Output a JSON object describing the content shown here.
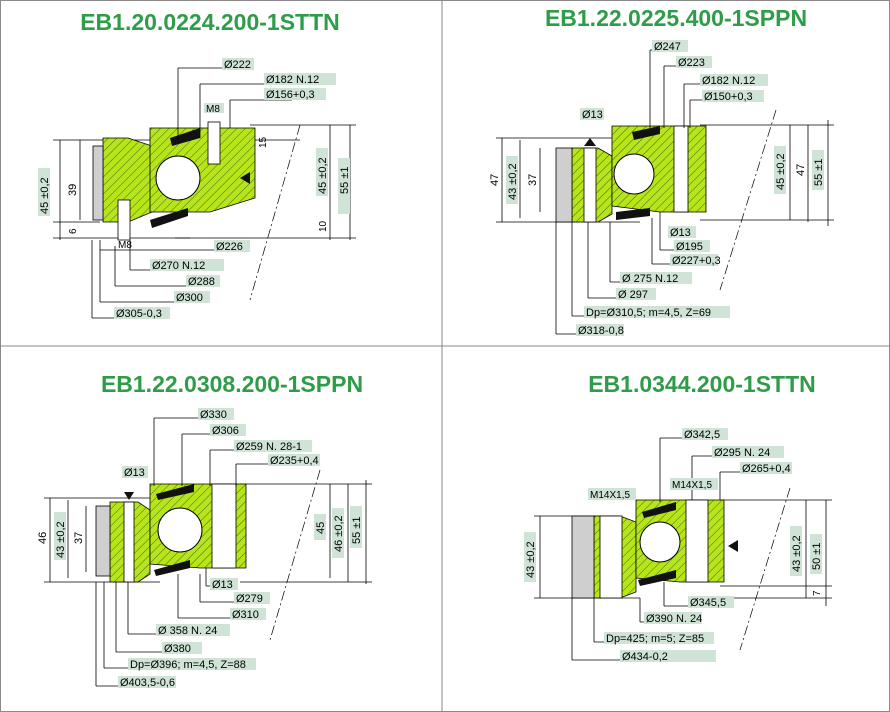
{
  "brand_colors": {
    "title_green": "#2e9c48",
    "body_green": "#b7e41a",
    "label_box": "#cfe4d6",
    "grid_line": "#8a8a8a"
  },
  "panels": [
    {
      "title": "EB1.20.0224.200-1STTN",
      "dims": [
        "Ø222",
        "Ø182 N.12",
        "Ø156+0,3",
        "M8",
        "15",
        "45 ±0,2",
        "55 ±1",
        "45 ±0,2",
        "39",
        "6",
        "10",
        "M8",
        "Ø226",
        "Ø270 N.12",
        "Ø288",
        "Ø300",
        "Ø305-0,3"
      ]
    },
    {
      "title": "EB1.22.0225.400-1SPPN",
      "dims": [
        "Ø247",
        "Ø223",
        "Ø182 N.12",
        "Ø150+0,3",
        "Ø13",
        "47",
        "43 ±0,2",
        "37",
        "45 ±0,2",
        "47",
        "55 ±1",
        "Ø13",
        "Ø195",
        "Ø227+0,3",
        "Ø 275 N.12",
        "Ø 297",
        "Dp=Ø310,5; m=4,5, Z=69",
        "Ø318-0,8"
      ]
    },
    {
      "title": "EB1.22.0308.200-1SPPN",
      "dims": [
        "Ø330",
        "Ø306",
        "Ø259 N. 28-1",
        "Ø235+0,4",
        "Ø13",
        "46",
        "43 ±0,2",
        "37",
        "45",
        "46 ±0,2",
        "55 ±1",
        "Ø13",
        "Ø279",
        "Ø310",
        "Ø 358 N. 24",
        "Ø380",
        "Dp=Ø396; m=4,5, Z=88",
        "Ø403,5-0,6"
      ]
    },
    {
      "title": "EB1.0344.200-1STTN",
      "dims": [
        "Ø342,5",
        "Ø295 N. 24",
        "Ø265+0,4",
        "M14X1,5",
        "M14X1,5",
        "43 ±0,2",
        "43 ±0,2",
        "50 ±1",
        "7",
        "Ø345,5",
        "Ø390 N. 24",
        "Dp=425; m=5; Z=85",
        "Ø434-0,2"
      ]
    }
  ]
}
